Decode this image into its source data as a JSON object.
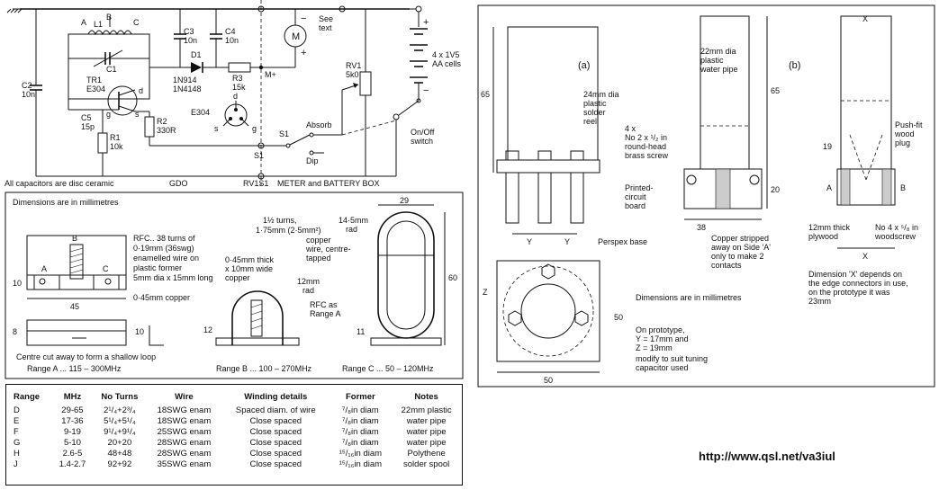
{
  "schematic": {
    "labels": {
      "A": "A",
      "B": "B",
      "C": "C",
      "L1": "L1",
      "C1": "C1",
      "C2": "C2",
      "C2v": "10n",
      "C3": "C3",
      "C3v": "10n",
      "C4": "C4",
      "C4v": "10n",
      "M": "M",
      "see_text": "See",
      "see_text2": "text",
      "minus": "−",
      "plus": "+",
      "cells": "4 x 1V5",
      "cells2": "AA cells",
      "TR1": "TR1",
      "TR1v": "E304",
      "d": "d",
      "g": "g",
      "s": "s",
      "D1": "D1",
      "D1v": "1N914",
      "D1v2": "1N4148",
      "R3": "R3",
      "R3v": "15k",
      "Mplus": "M+",
      "RV1": "RV1",
      "RV1v": "5k0",
      "C5": "C5",
      "C5v": "15p",
      "R1": "R1",
      "R1v": "10k",
      "R2": "R2",
      "R2v": "330R",
      "E304": "E304",
      "S1": "S1",
      "Absorb": "Absorb",
      "Dip": "Dip",
      "onoff": "On/Off",
      "switch": "switch",
      "S1b": "S1",
      "footer_caps": "All capacitors are disc ceramic",
      "gdo": "GDO",
      "rv1s1": "RV1S1",
      "meter_box": "METER and BATTERY BOX"
    }
  },
  "coils": {
    "heading": "Dimensions are in millimetres",
    "a": {
      "rfc1": "RFC.. 38 turns of",
      "rfc2": "0·19mm (36swg)",
      "rfc3": "enamelled wire on",
      "rfc4": "plastic former",
      "rfc5": "5mm dia x 15mm long",
      "copper": "0·45mm copper",
      "dim45": "45",
      "dim10": "10",
      "dim8": "8",
      "dim10b": "10",
      "A": "A",
      "B": "B",
      "C": "C",
      "note1": "Centre cut away to form a shallow loop",
      "range": "Range A ... 115 – 300MHz"
    },
    "b": {
      "t1": "1½ turns,",
      "t2": "1·75mm (2·5mm²)",
      "t3": "copper",
      "t4": "wire, centre-",
      "t5": "tapped",
      "c1": "0·45mm thick",
      "c2": "x 10mm wide",
      "c3": "copper",
      "r1": "12mm",
      "r2": "rad",
      "rfc1": "RFC as",
      "rfc2": "Range A",
      "dim12": "12",
      "range": "Range B ... 100 – 270MHz"
    },
    "c": {
      "dim29": "29",
      "rad1": "14·5mm",
      "rad2": "rad",
      "dim60": "60",
      "dim11": "11",
      "range": "Range C ... 50 – 120MHz"
    }
  },
  "table": {
    "headers": [
      "Range",
      "MHz",
      "No Turns",
      "Wire",
      "Winding details",
      "Former",
      "Notes"
    ],
    "rows": [
      [
        "D",
        "29-65",
        "2¹/₄+2³/₄",
        "18SWG enam",
        "Spaced diam. of wire",
        "⁷/₈in diam",
        "22mm plastic"
      ],
      [
        "E",
        "17-36",
        "5¹/₄+5¹/₄",
        "18SWG enam",
        "Close spaced",
        "⁷/₈in diam",
        "water pipe"
      ],
      [
        "F",
        "9-19",
        "9¹/₄+9¹/₄",
        "25SWG enam",
        "Close spaced",
        "⁷/₈in diam",
        "water pipe"
      ],
      [
        "G",
        "5-10",
        "20+20",
        "28SWG enam",
        "Close spaced",
        "⁷/₈in diam",
        "water pipe"
      ],
      [
        "H",
        "2.6-5",
        "48+48",
        "28SWG enam",
        "Close spaced",
        "¹⁵/₁₆in diam",
        "Polythene"
      ],
      [
        "J",
        "1.4-2.7",
        "92+92",
        "35SWG enam",
        "Close spaced",
        "¹⁵/₁₆in diam",
        "solder spool"
      ]
    ]
  },
  "right": {
    "a": "(a)",
    "b": "(b)",
    "pipe1": "22mm dia",
    "pipe2": "plastic",
    "pipe3": "water pipe",
    "dim65": "65",
    "dim65b": "65",
    "reel1": "24mm dia",
    "reel2": "plastic",
    "reel3": "solder",
    "reel4": "reel",
    "screw1": "4 x",
    "screw2": "No 2 x ¹/₂ in",
    "screw3": "round-head",
    "screw4": "brass screw",
    "pcb1": "Printed-",
    "pcb2": "circuit",
    "pcb3": "board",
    "dim20": "20",
    "dim38": "38",
    "dimY1": "Y",
    "dimY2": "Y",
    "perspex": "Perspex base",
    "copper1": "Copper stripped",
    "copper2": "away on Side 'A'",
    "copper3": "only to make 2",
    "copper4": "contacts",
    "dimsnote": "Dimensions are in millimetres",
    "dimZ": "Z",
    "dim50": "50",
    "dim50b": "50",
    "proto1": "On prototype,",
    "proto2": "Y = 17mm and",
    "proto3": "Z = 19mm",
    "proto4": "modify to suit tuning",
    "proto5": "capacitor used",
    "plug1": "Push-fit",
    "plug2": "wood",
    "plug3": "plug",
    "dim19": "19",
    "dimA": "A",
    "dimB": "B",
    "dimX": "X",
    "ply1": "12mm thick",
    "ply2": "plywood",
    "ws1": "No 4 x ⁵/₈ in",
    "ws2": "woodscrew",
    "x1": "Dimension 'X' depends on",
    "x2": "the edge connectors in use,",
    "x3": "on the prototype it was",
    "x4": "23mm"
  },
  "url": "http://www.qsl.net/va3iul"
}
